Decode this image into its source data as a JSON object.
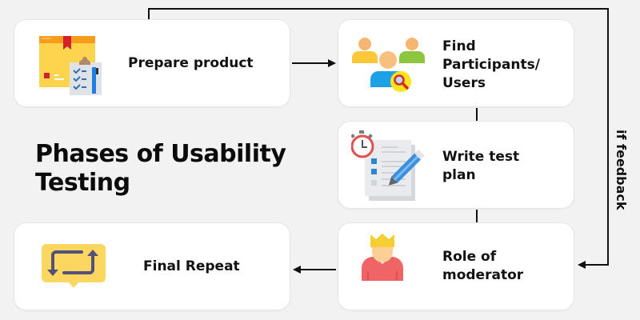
{
  "title": {
    "line1": "Phases of Usability",
    "line2": "Testing"
  },
  "steps": [
    {
      "id": "prepare",
      "label_lines": [
        "Prepare product"
      ],
      "icon": "package-checklist-icon"
    },
    {
      "id": "find",
      "label_lines": [
        "Find",
        "Participants/",
        "Users"
      ],
      "icon": "users-search-icon"
    },
    {
      "id": "write",
      "label_lines": [
        "Write test",
        "plan"
      ],
      "icon": "test-plan-pencil-icon"
    },
    {
      "id": "role",
      "label_lines": [
        "Role of",
        "moderator"
      ],
      "icon": "moderator-crown-icon"
    },
    {
      "id": "final",
      "label_lines": [
        "Final Repeat"
      ],
      "icon": "repeat-loop-icon"
    }
  ],
  "flow": [
    {
      "from": "prepare",
      "to": "find",
      "direction": "right"
    },
    {
      "from": "find",
      "to": "write",
      "direction": "down"
    },
    {
      "from": "write",
      "to": "role",
      "direction": "down"
    },
    {
      "from": "role",
      "to": "final",
      "direction": "left"
    },
    {
      "from": "prepare",
      "to": "role",
      "direction": "loop",
      "label": "if feedback"
    }
  ],
  "feedback_label": "if feedback",
  "colors": {
    "background": "#f2f2f2",
    "card": "#ffffff",
    "connector": "#111111",
    "text": "#111111"
  }
}
